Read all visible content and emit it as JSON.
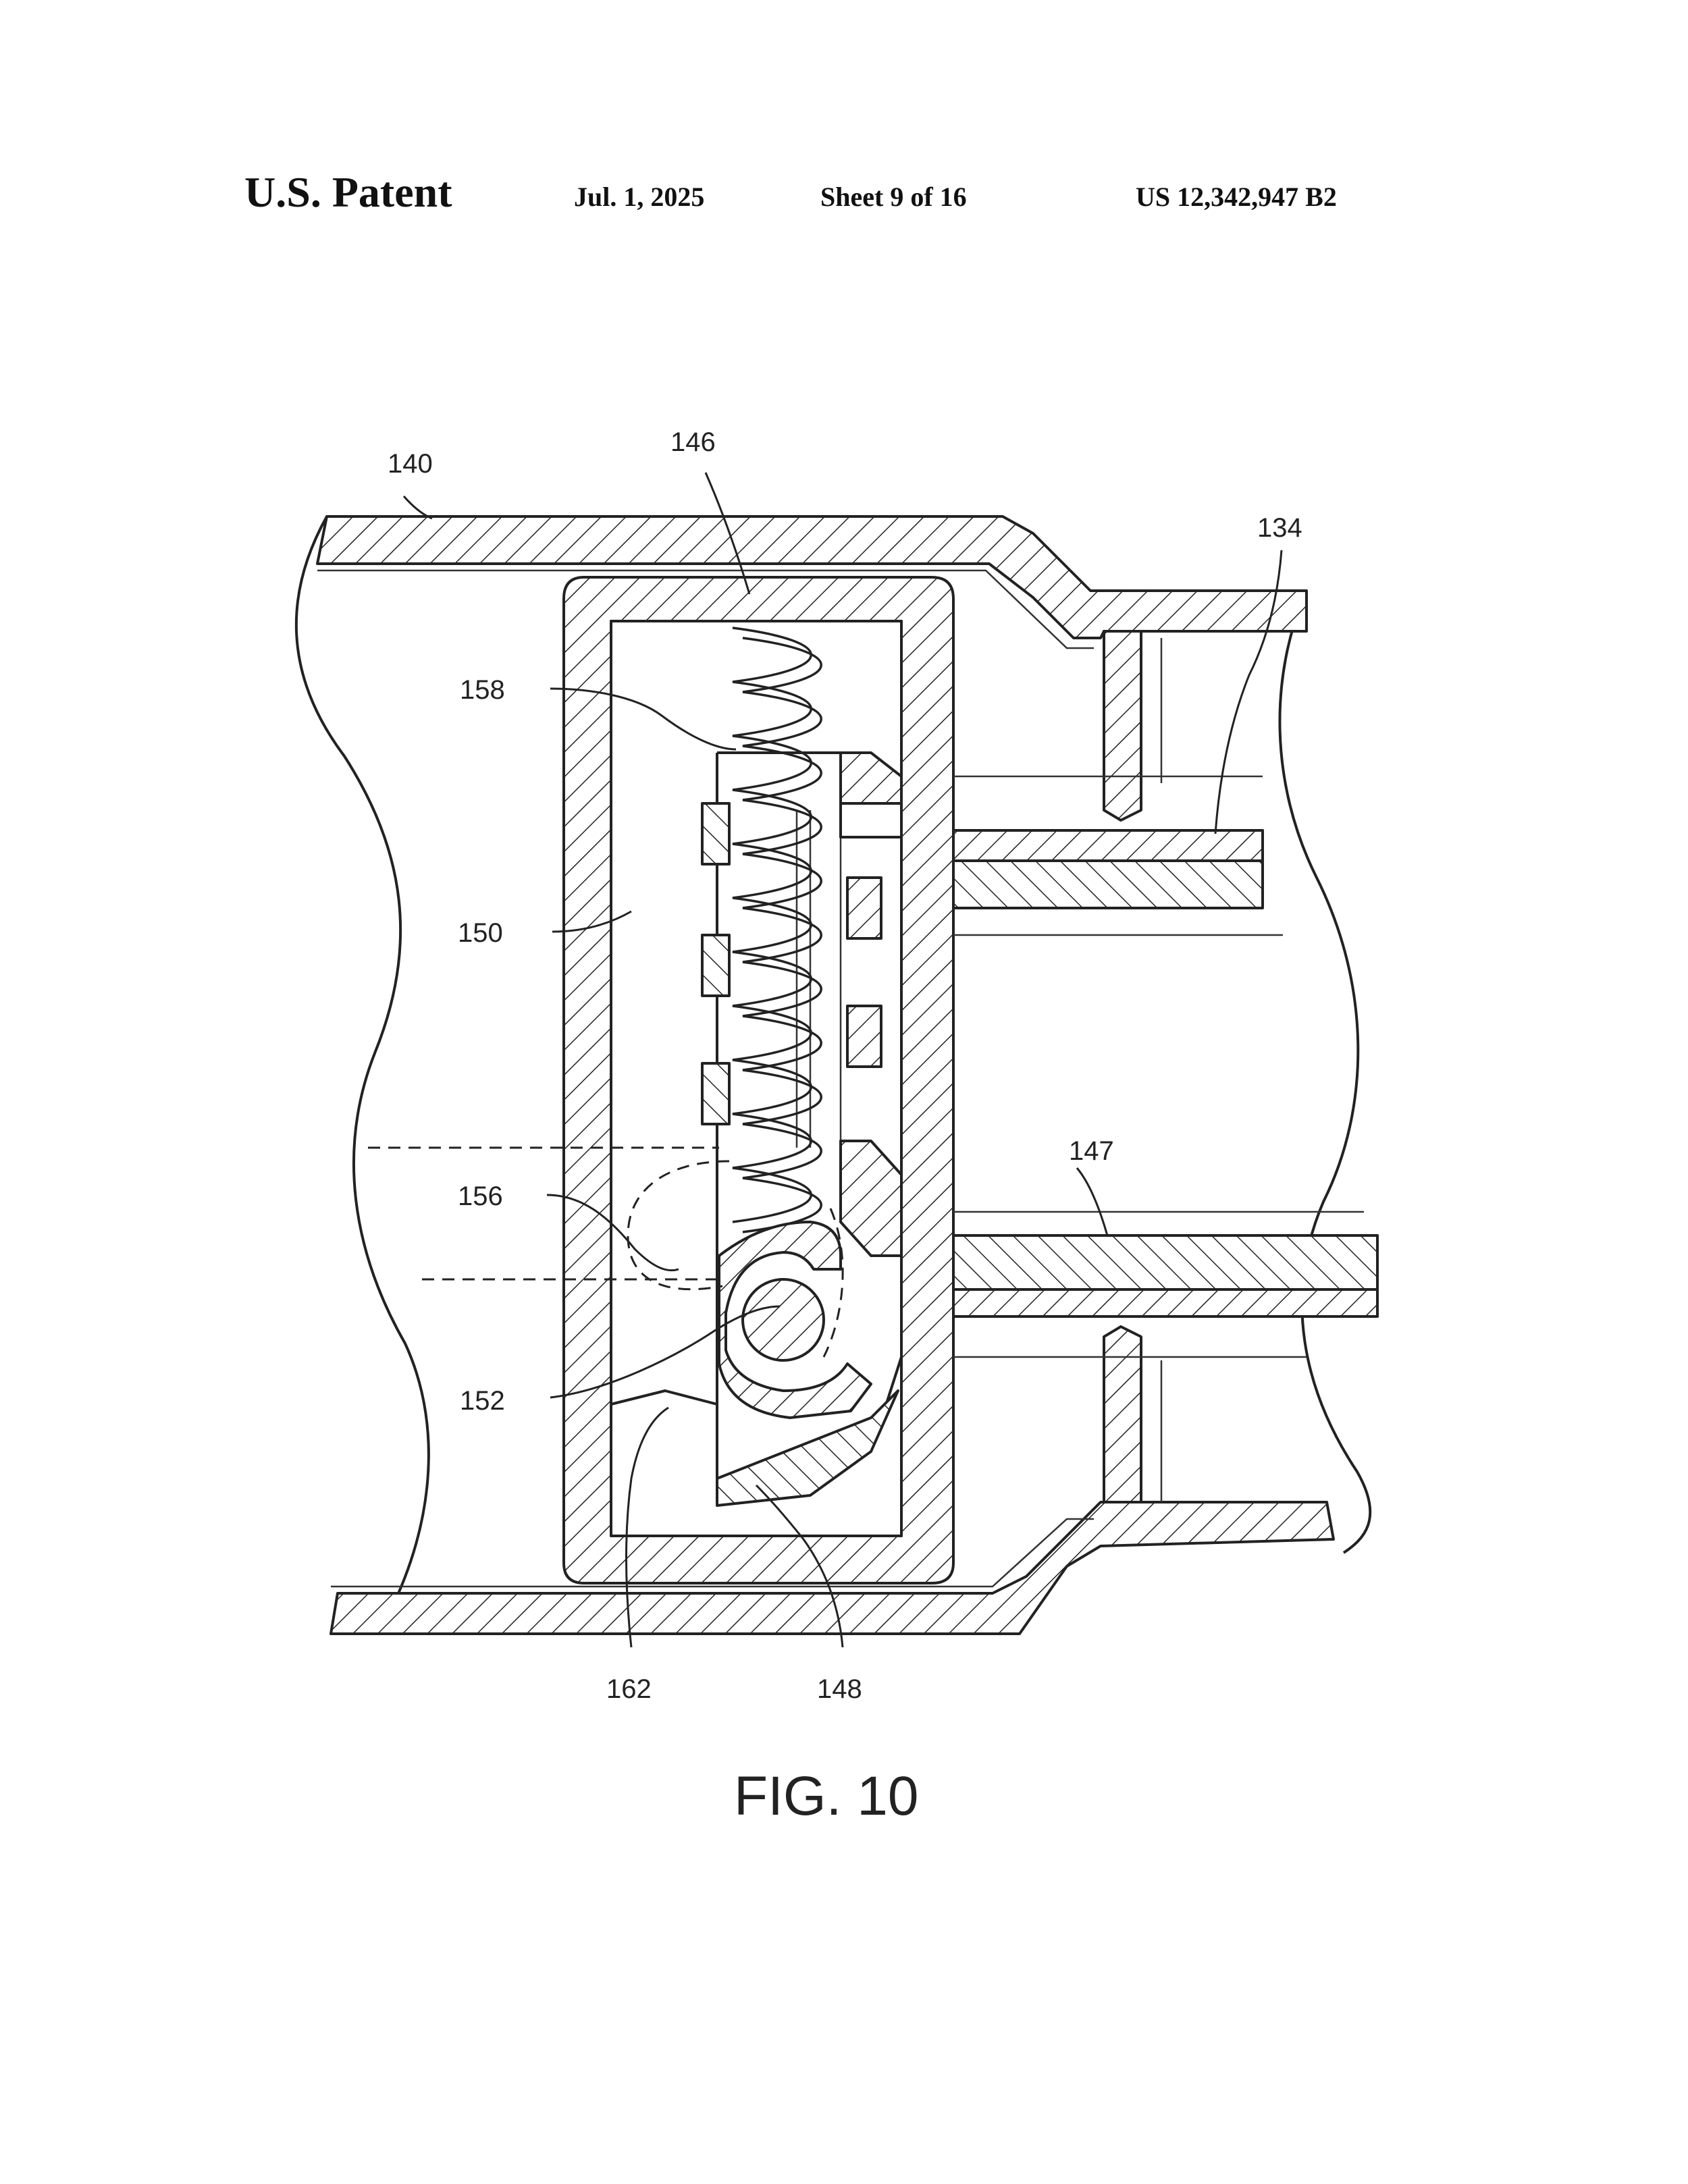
{
  "header": {
    "title": "U.S. Patent",
    "date": "Jul. 1, 2025",
    "sheet": "Sheet 9 of 16",
    "patent_number": "US 12,342,947 B2"
  },
  "figure": {
    "label": "FIG. 10",
    "references": {
      "r140": "140",
      "r146": "146",
      "r134": "134",
      "r158": "158",
      "r150": "150",
      "r147": "147",
      "r156": "156",
      "r152": "152",
      "r162": "162",
      "r148": "148"
    }
  }
}
